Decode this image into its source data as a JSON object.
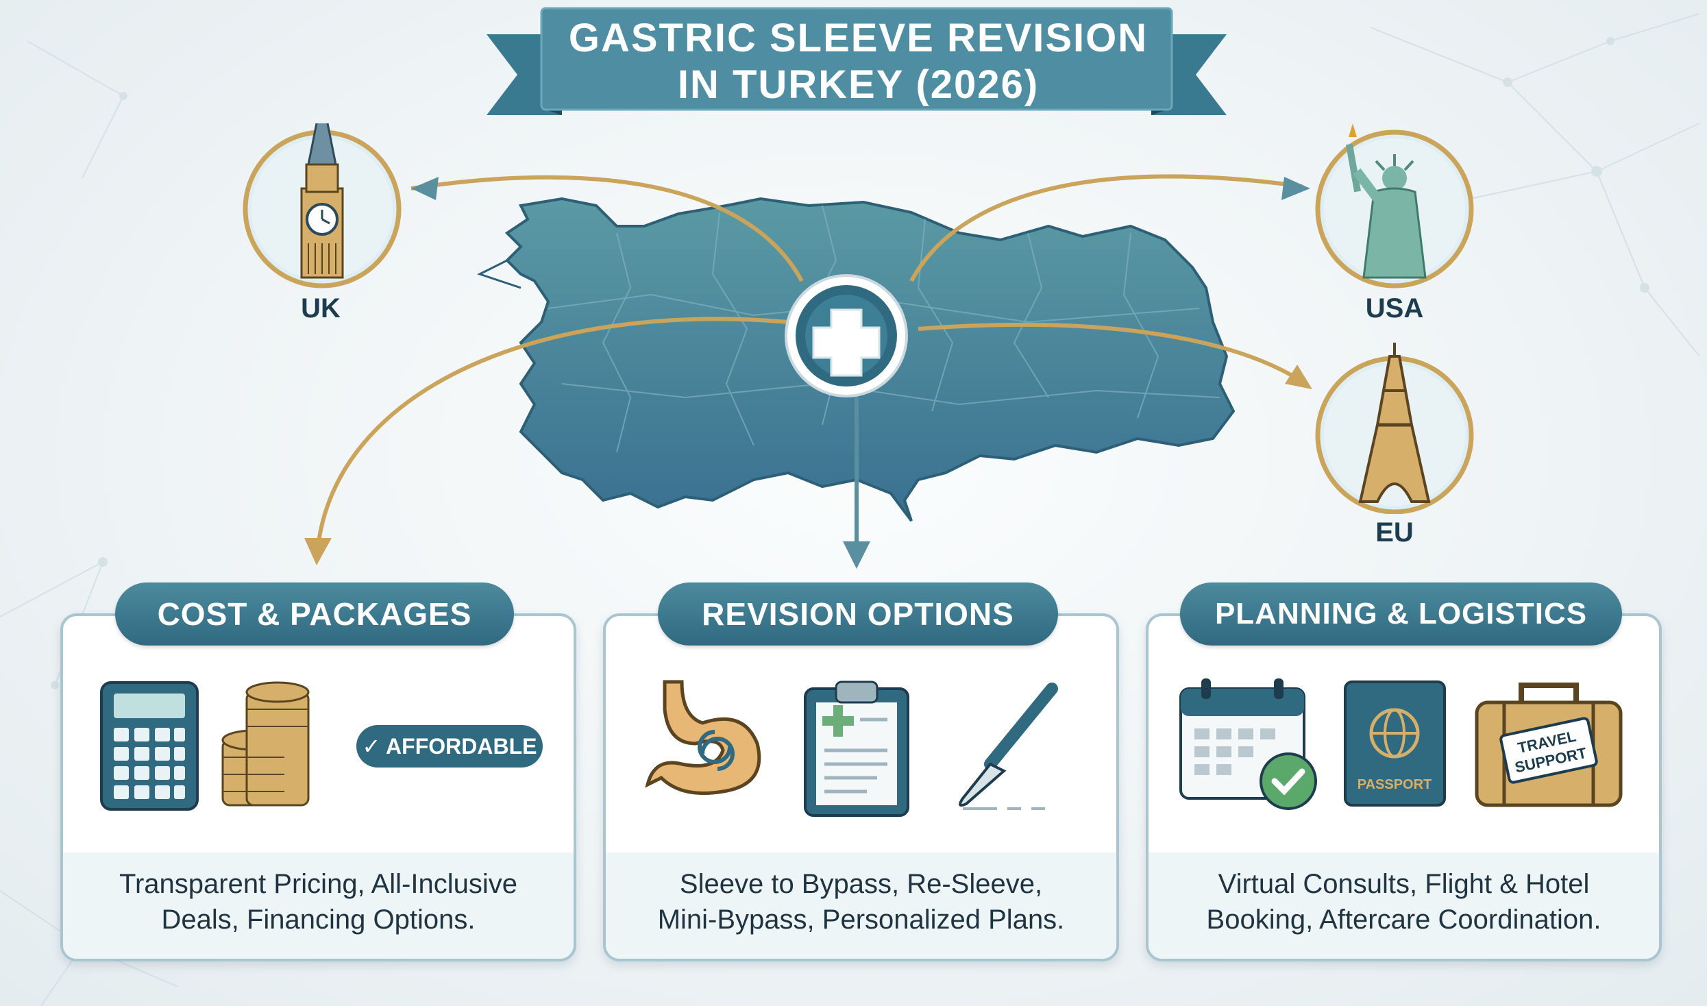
{
  "title": {
    "line1": "GASTRIC SLEEVE REVISION",
    "line2": "IN TURKEY (2026)"
  },
  "destinations": [
    {
      "label": "UK",
      "icon": "big-ben-icon"
    },
    {
      "label": "USA",
      "icon": "statue-of-liberty-icon"
    },
    {
      "label": "EU",
      "icon": "eiffel-tower-icon"
    }
  ],
  "center_icon": "medical-cross-icon",
  "map": "turkey-map",
  "cards": [
    {
      "heading": "COST & PACKAGES",
      "badge": "✓ AFFORDABLE",
      "icons": [
        "calculator-icon",
        "coins-icon"
      ],
      "text_line1": "Transparent Pricing, All-Inclusive",
      "text_line2": "Deals, Financing Options."
    },
    {
      "heading": "REVISION OPTIONS",
      "icons": [
        "stomach-icon",
        "clipboard-icon",
        "scalpel-icon"
      ],
      "text_line1": "Sleeve to Bypass, Re-Sleeve,",
      "text_line2": "Mini-Bypass, Personalized Plans."
    },
    {
      "heading": "PLANNING & LOGISTICS",
      "passport_label": "PASSPORT",
      "suitcase_tag_line1": "TRAVEL",
      "suitcase_tag_line2": "SUPPORT",
      "icons": [
        "calendar-icon",
        "passport-icon",
        "suitcase-icon"
      ],
      "text_line1": "Virtual Consults, Flight & Hotel",
      "text_line2": "Booking, Aftercare Coordination."
    }
  ],
  "colors": {
    "teal": "#2f6a80",
    "gold": "#c9a45a",
    "navy": "#1d3c4d",
    "map": "#3f7a93"
  }
}
